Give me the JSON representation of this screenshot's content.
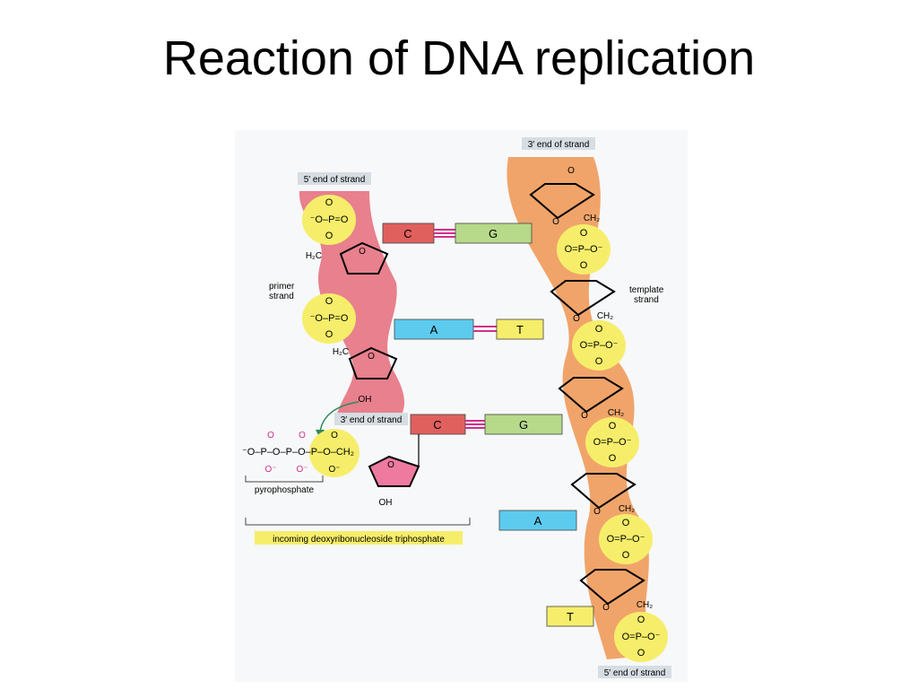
{
  "slide": {
    "title": "Reaction of DNA replication"
  },
  "labels": {
    "five_prime_top": "5′ end of strand",
    "three_prime_top": "3′ end of strand",
    "three_prime_mid": "3′ end of strand",
    "five_prime_bottom": "5′ end of strand",
    "primer_strand_1": "primer",
    "primer_strand_2": "strand",
    "template_strand_1": "template",
    "template_strand_2": "strand",
    "pyrophosphate": "pyrophosphate",
    "incoming": "incoming deoxyribonucleoside triphosphate"
  },
  "bases": {
    "pair1_left": "C",
    "pair1_right": "G",
    "pair2_left": "A",
    "pair2_right": "T",
    "pair3_left": "C",
    "pair3_right": "G",
    "pair4_right": "A",
    "pair5_right": "T"
  },
  "chem": {
    "o": "O",
    "oh": "OH",
    "h2c": "H₂C",
    "ch2": "CH₂",
    "left_phosphate": "⁻O–P=O",
    "right_phosphate": "O=P–O⁻",
    "triphosphate": "⁻O–P–O–P–O–P–O–CH₂",
    "o_minus": "O⁻"
  },
  "colors": {
    "primer": "#e8808d",
    "template": "#f0a46a",
    "phosphate": "#f6ee6a",
    "sugar": "#ee7aa0",
    "C": "#e0605e",
    "G": "#b6d98a",
    "A": "#5ccbee",
    "T": "#f6ee6a",
    "h_bond": "#d22f8c",
    "pyro": "#d22f8c",
    "arrow": "#2e8b57"
  }
}
